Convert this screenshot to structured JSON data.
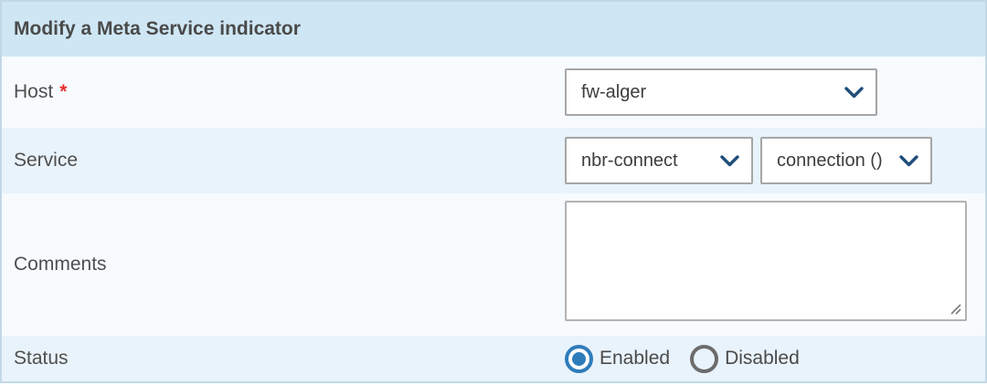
{
  "header": {
    "title": "Modify a Meta Service indicator"
  },
  "fields": {
    "host": {
      "label": "Host",
      "required_mark": "*",
      "value": "fw-alger"
    },
    "service": {
      "label": "Service",
      "service_value": "nbr-connect",
      "metric_value": "connection ()"
    },
    "comments": {
      "label": "Comments",
      "value": ""
    },
    "status": {
      "label": "Status",
      "options": [
        {
          "label": "Enabled",
          "selected": true
        },
        {
          "label": "Disabled",
          "selected": false
        }
      ]
    }
  },
  "icons": {
    "chevron_down": "chevron-down-icon",
    "resize_handle": "resize-handle-icon"
  },
  "colors": {
    "header_bg": "#cfe7f5",
    "row_light": "#f7fbfe",
    "row_blue": "#e9f3fb",
    "accent_blue": "#2e7cbb",
    "chevron_blue": "#1f4e79",
    "required_red": "#e53030",
    "border": "#c2d8e6"
  }
}
